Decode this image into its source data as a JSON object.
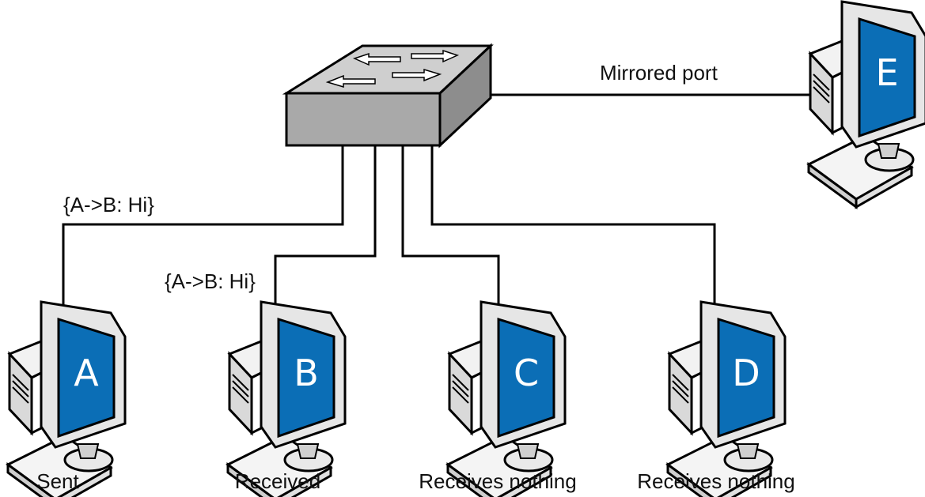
{
  "computers": [
    {
      "letter": "A",
      "caption": "Sent"
    },
    {
      "letter": "B",
      "caption": "Received"
    },
    {
      "letter": "C",
      "caption": "Receives nothing"
    },
    {
      "letter": "D",
      "caption": "Receives nothing"
    },
    {
      "letter": "E"
    }
  ],
  "mirror_label": "Mirrored port",
  "packet_label_sent": "{A->B: Hi}",
  "packet_label_received": "{A->B: Hi}",
  "colors": {
    "screen": "#0b6eb6",
    "switch_front": "#a9a9a9",
    "switch_top": "#cfcfcf",
    "switch_side": "#8d8d8d",
    "wire": "#000000"
  }
}
